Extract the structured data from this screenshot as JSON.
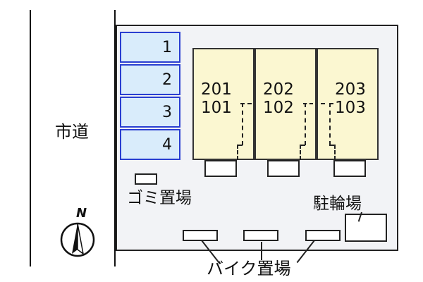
{
  "road": {
    "label": "市道"
  },
  "parking": {
    "spaces": [
      "1",
      "2",
      "3",
      "4"
    ]
  },
  "buildings": [
    {
      "upper": "201",
      "lower": "101"
    },
    {
      "upper": "202",
      "lower": "102"
    },
    {
      "upper": "203",
      "lower": "103"
    }
  ],
  "facilities": {
    "garbage": "ゴミ置場",
    "bicycle": "駐輪場",
    "bike": "バイク置場"
  },
  "compass": {
    "north": "N"
  },
  "colors": {
    "parking_fill": "#d9ecfb",
    "parking_border": "#2a3fd1",
    "building_fill": "#fbf7d1",
    "lot_fill": "#f2f3f6"
  }
}
